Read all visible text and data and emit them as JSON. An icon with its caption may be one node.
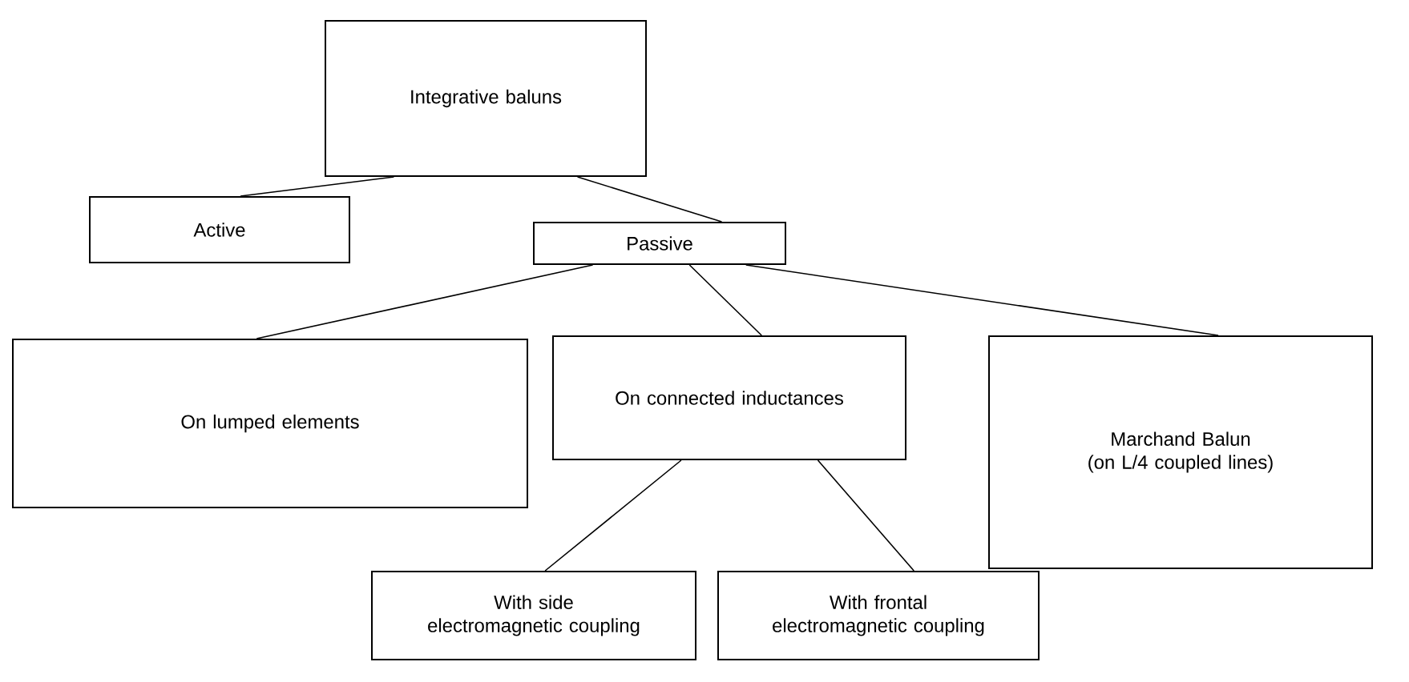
{
  "diagram": {
    "nodes": [
      {
        "text": [
          "Integrative baluns"
        ]
      },
      {
        "text": [
          "Active"
        ]
      },
      {
        "text": [
          "Passive"
        ]
      },
      {
        "text": [
          "On lumped elements"
        ]
      },
      {
        "text": [
          "On connected inductances"
        ]
      },
      {
        "text": [
          "Marchand Balun",
          "(on L/4 coupled lines)"
        ]
      },
      {
        "text": [
          "With side electromagnetic coupling"
        ]
      },
      {
        "text": [
          "With frontal electromagnetic coupling"
        ]
      }
    ],
    "edges": [
      {
        "from": 0,
        "to": 1,
        "arrow": "none"
      },
      {
        "from": 0,
        "to": 2,
        "arrow": "none"
      },
      {
        "from": 2,
        "to": 3,
        "arrow": "none"
      },
      {
        "from": 2,
        "to": 4,
        "arrow": "none"
      },
      {
        "from": 2,
        "to": 5,
        "arrow": "none"
      },
      {
        "from": 4,
        "to": 6,
        "arrow": "none"
      },
      {
        "from": 4,
        "to": 7,
        "arrow": "none"
      }
    ]
  }
}
